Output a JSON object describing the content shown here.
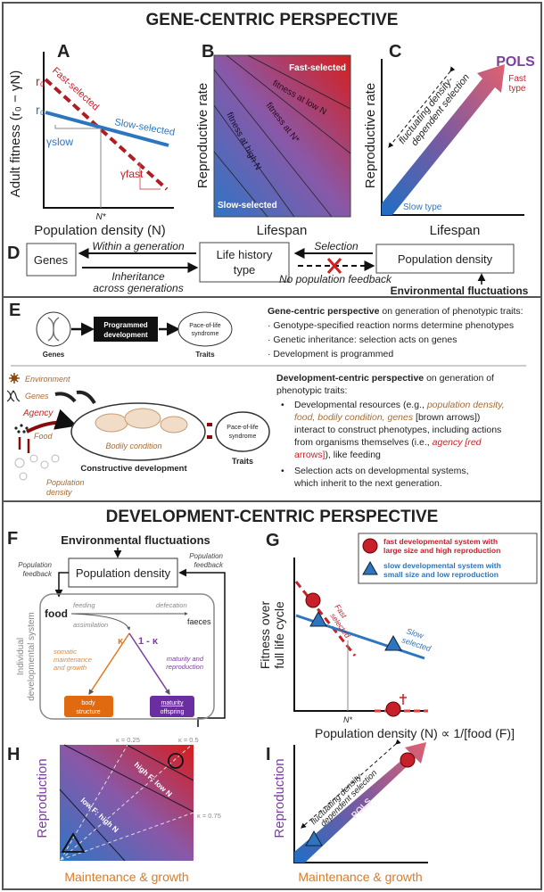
{
  "colors": {
    "red": "#c8202a",
    "blue": "#2e75c0",
    "purple": "#7b3f9e",
    "orange": "#e07a1f",
    "brown": "#a86b34"
  },
  "gene": {
    "title": "GENE-CENTRIC PERSPECTIVE",
    "A": {
      "label": "A",
      "ylabel": "Adult fitness (r₀ − γN)",
      "xlabel": "Population density (N)",
      "r0_fast": "r₀",
      "r0_slow": "r₀",
      "fast": "Fast-selected",
      "slow": "Slow-selected",
      "gamma_slow": "γslow",
      "gamma_fast": "γfast",
      "nstar": "N*"
    },
    "B": {
      "label": "B",
      "ylabel": "Reproductive rate",
      "xlabel": "Lifespan",
      "fast": "Fast-selected",
      "slow": "Slow-selected",
      "low": "fitness at low N",
      "mid": "fitness at N*",
      "high": "fitness at high N"
    },
    "C": {
      "label": "C",
      "ylabel": "Reproductive rate",
      "xlabel": "Lifespan",
      "pols": "POLS",
      "fast1": "Fast",
      "fast2": "type",
      "slow": "Slow type",
      "fluct1": "fluctuating density-",
      "fluct2": "dependent selection"
    },
    "D": {
      "label": "D",
      "genes": "Genes",
      "life1": "Life history",
      "life2": "type",
      "pop": "Population density",
      "within": "Within a generation",
      "inherit1": "Inheritance",
      "inherit2": "across generations",
      "selection": "Selection",
      "nofeedback": "No population feedback",
      "env": "Environmental fluctuations"
    }
  },
  "E": {
    "label": "E",
    "programmed1": "Programmed",
    "programmed2": "development",
    "pols1": "Pace-of-life",
    "pols2": "syndrome",
    "genes": "Genes",
    "traits": "Traits",
    "gene_head_bold": "Gene-centric perspective",
    "gene_head_rest": " on generation of phenotypic traits:",
    "gene_bullets": [
      "· Genotype-specified reaction norms determine phenotypes",
      "· Genetic inheritance: selection acts on genes",
      "· Development is programmed"
    ],
    "left": {
      "environment": "Environment",
      "genes": "Genes",
      "agency": "Agency",
      "food": "Food",
      "bodily": "Bodily condition",
      "constructive": "Constructive development",
      "pop1": "Population",
      "pop2": "density",
      "pols1": "Pace-of-life",
      "pols2": "syndrome",
      "traits": "Traits"
    },
    "dev_head_bold": "Development-centric perspective",
    "dev_head_rest": " on generation of",
    "dev_head2": "phenotypic traits:",
    "b1": {
      "a": "Developmental resources (e.g., ",
      "b": "population density,",
      "c": "food, bodily condition, genes",
      "d": " [brown arrows])",
      "e": "interact to construct phenotypes, including actions",
      "f": "from organisms themselves (i.e., ",
      "g": "agency [red",
      "h": "arrows]",
      "i": "), like feeding"
    },
    "b2": {
      "a": "Selection acts on developmental systems,",
      "b": "which inherit to the next generation."
    },
    "bullet": "•"
  },
  "dev": {
    "title": "DEVELOPMENT-CENTRIC PERSPECTIVE",
    "F": {
      "label": "F",
      "env": "Environmental fluctuations",
      "pop": "Population density",
      "fb_left1": "Population",
      "fb_left2": "feedback",
      "fb_right1": "Population",
      "fb_right2": "feedback",
      "system1": "Individual",
      "system2": "developmental system",
      "food": "food",
      "feeding": "feeding",
      "defecation": "defecation",
      "faeces": "faeces",
      "assimilation": "assimilation",
      "kappa": "κ",
      "one_minus_kappa": "1 - κ",
      "somatic1": "somatic",
      "somatic2": "maintenance",
      "somatic3": "and growth",
      "mat1": "maturity and",
      "mat2": "reproduction",
      "body1": "body",
      "body2": "structure",
      "off1": "maturity",
      "off2": "offspring"
    },
    "G": {
      "label": "G",
      "legend_fast1": "fast developmental system with",
      "legend_fast2": "large size and high reproduction",
      "legend_slow1": "slow developmental system with",
      "legend_slow2": "small size and low reproduction",
      "ylabel1": "Fitness over",
      "ylabel2": "full life cycle",
      "fast1": "Fast",
      "fast2": "selected",
      "slow1": "Slow",
      "slow2": "selected",
      "nstar": "N*",
      "xlabel": "Population density (N) ∝ 1/[food (F)]"
    },
    "H": {
      "label": "H",
      "k025": "κ = 0.25",
      "k05": "κ = 0.5",
      "k075": "κ = 0.75",
      "high": "high F: low N",
      "low": "low F: high N",
      "ylabel": "Reproduction",
      "xlabel": "Maintenance & growth"
    },
    "I": {
      "label": "I",
      "ylabel": "Reproduction",
      "xlabel": "Maintenance & growth",
      "pols": "POLS",
      "fluct1": "fluctuating density-",
      "fluct2": "dependent selection"
    }
  }
}
